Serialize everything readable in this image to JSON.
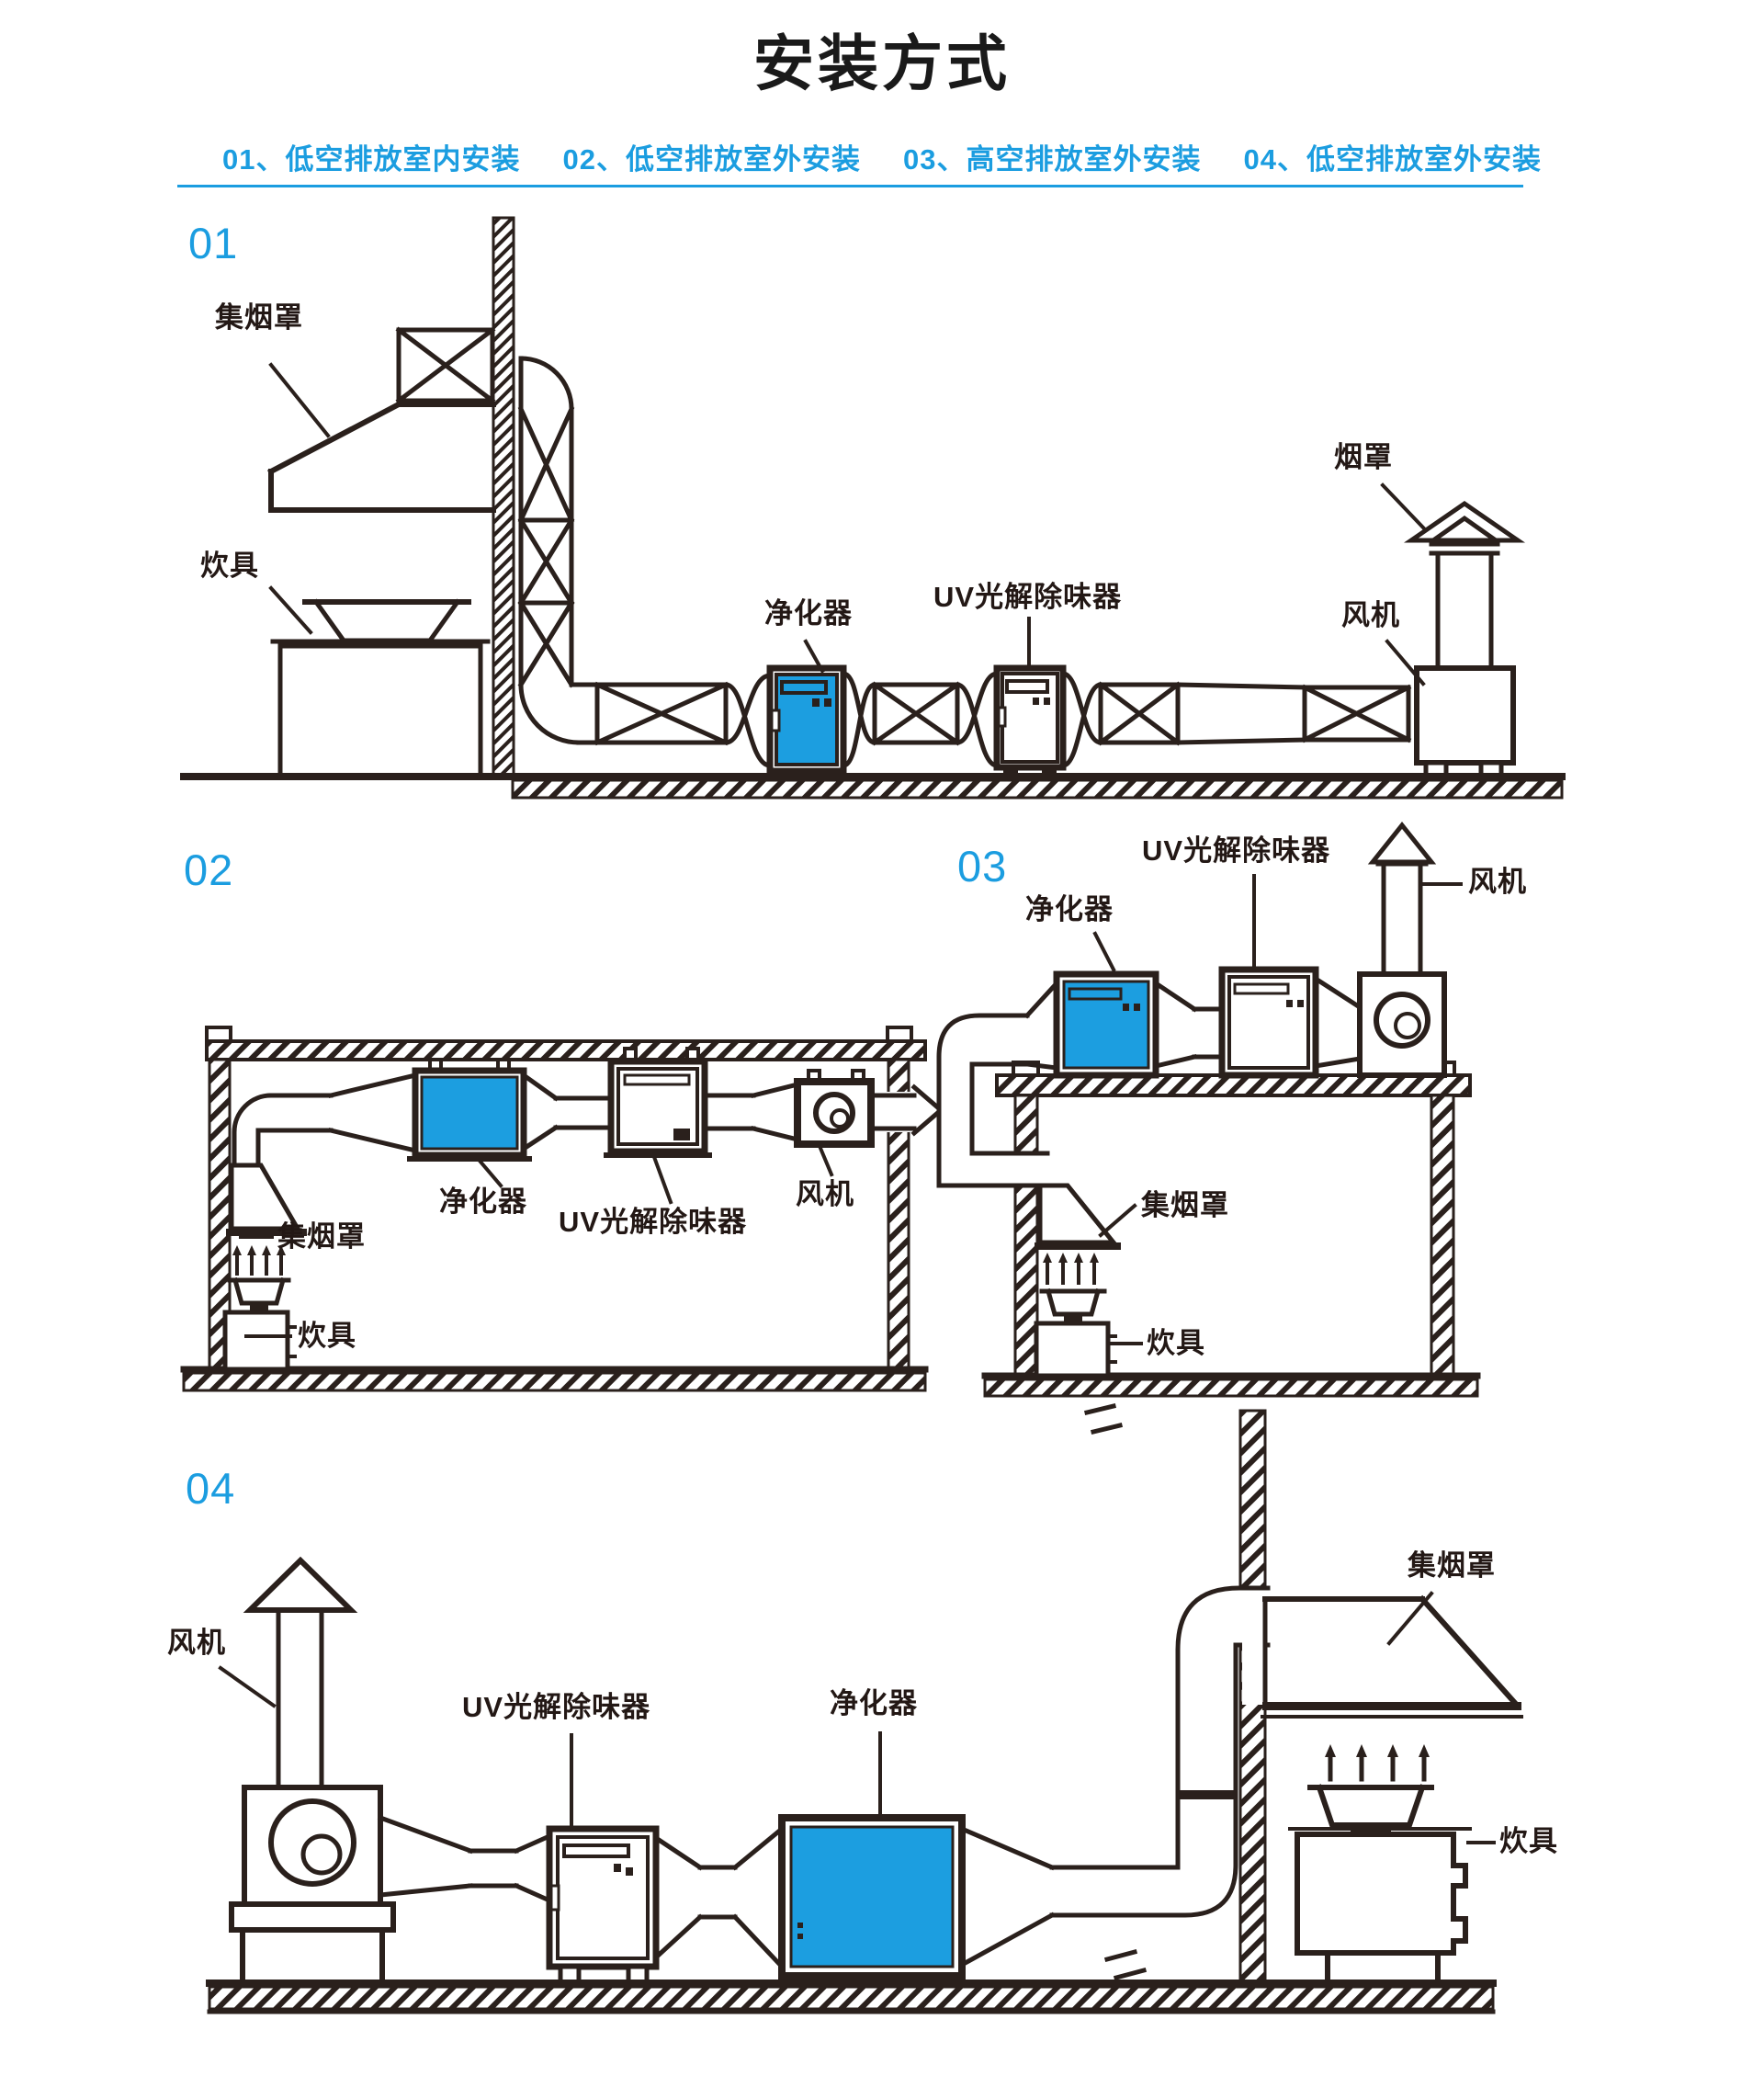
{
  "page": {
    "background": "#ffffff"
  },
  "header": {
    "title": "安装方式",
    "subtitle_items": [
      "01、低空排放室内安装",
      "02、低空排放室外安装",
      "03、高空排放室外安装",
      "04、低空排放室外安装"
    ]
  },
  "colors": {
    "accent_blue": "#1B9DE0",
    "line_dark": "#2A201C",
    "device_blue": "#1C9EE0"
  },
  "diagrams": [
    {
      "number": "01",
      "labels": {
        "hood_collect": "集烟罩",
        "cookware": "炊具",
        "purifier": "净化器",
        "uv_deodorizer": "UV光解除味器",
        "fan": "风机",
        "rain_cap": "烟罩"
      }
    },
    {
      "number": "02",
      "labels": {
        "purifier": "净化器",
        "uv_deodorizer": "UV光解除味器",
        "fan": "风机",
        "hood_collect": "集烟罩",
        "cookware": "炊具"
      }
    },
    {
      "number": "03",
      "labels": {
        "purifier": "净化器",
        "uv_deodorizer": "UV光解除味器",
        "fan": "风机",
        "hood_collect": "集烟罩",
        "cookware": "炊具"
      }
    },
    {
      "number": "04",
      "labels": {
        "fan": "风机",
        "uv_deodorizer": "UV光解除味器",
        "purifier": "净化器",
        "hood_collect": "集烟罩",
        "cookware": "炊具"
      }
    }
  ]
}
